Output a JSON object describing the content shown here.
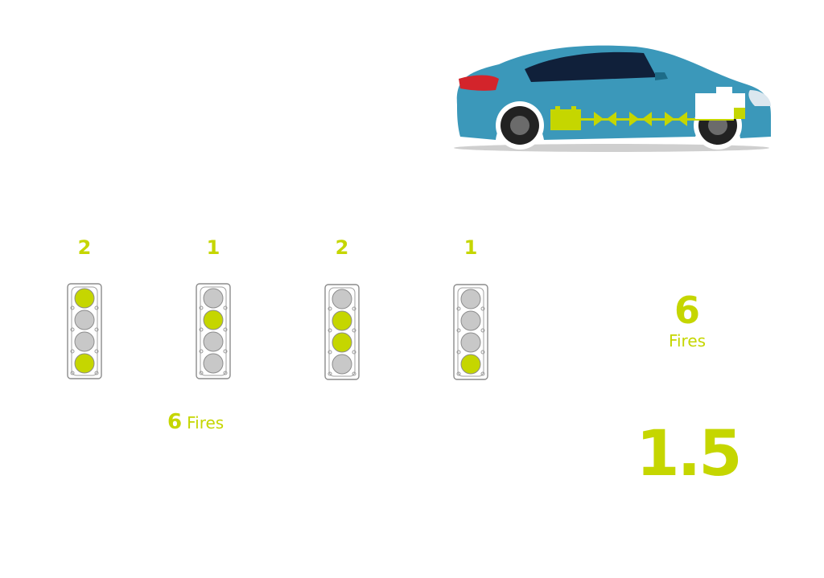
{
  "colors": {
    "accent": "#c5d600",
    "car_body": "#3b98ba",
    "inactive_cylinder": "#c8c8c8"
  },
  "icons": [
    "car-icon",
    "battery-icon",
    "engine-icon",
    "cylinder-block-icon"
  ],
  "cylinder_blocks": [
    {
      "count": "2",
      "firing": [
        true,
        false,
        false,
        true
      ]
    },
    {
      "count": "1",
      "firing": [
        false,
        true,
        false,
        false
      ]
    },
    {
      "count": "2",
      "firing": [
        false,
        true,
        true,
        false
      ]
    },
    {
      "count": "1",
      "firing": [
        false,
        false,
        false,
        true
      ]
    }
  ],
  "total_fires_inline": {
    "value": "6",
    "label": "Fires"
  },
  "total_fires_right": {
    "value": "6",
    "label": "Fires"
  },
  "ratio": "1.5"
}
